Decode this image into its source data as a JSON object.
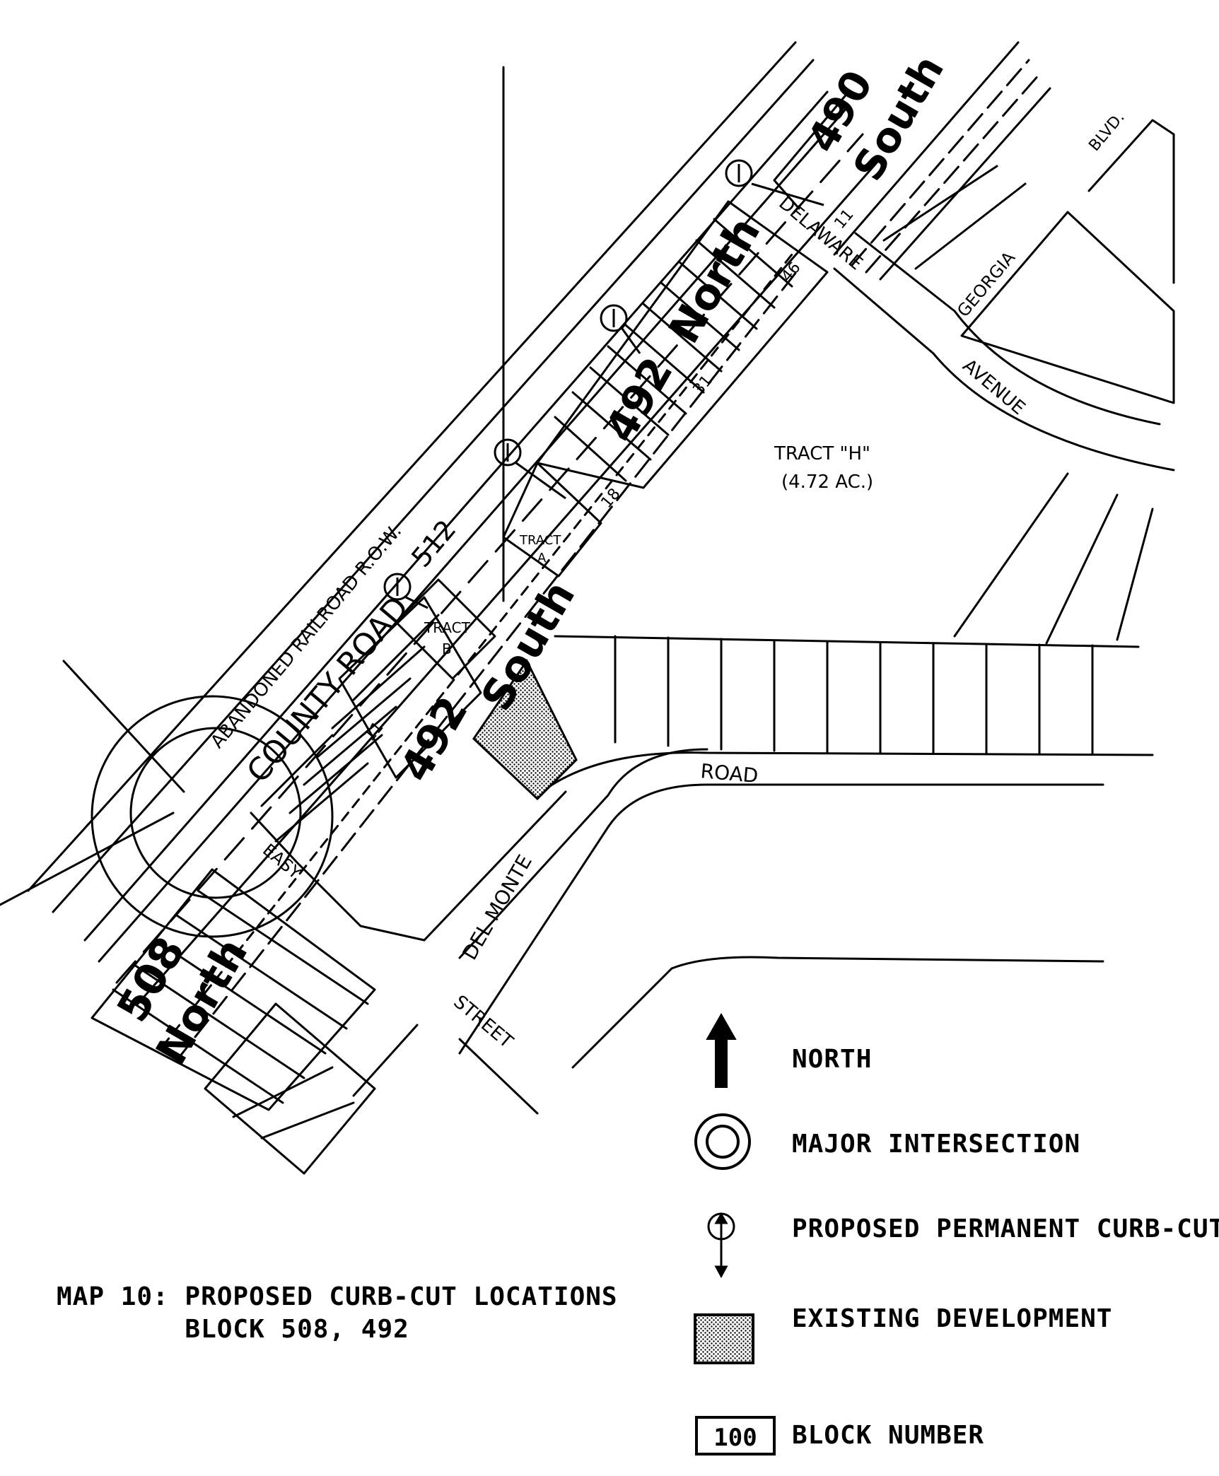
{
  "caption": {
    "line1": "MAP 10: PROPOSED CURB-CUT LOCATIONS",
    "line2": "        BLOCK 508, 492"
  },
  "blocks": {
    "b490": [
      "490",
      "South"
    ],
    "b492n": [
      "492",
      "North"
    ],
    "b492s": [
      "492",
      "South"
    ],
    "b508": [
      "508",
      "North"
    ]
  },
  "streets": {
    "county_road": "COUNTY ROAD",
    "road_number": "512",
    "railroad": "ABANDONED RAILROAD R.O.W.",
    "delaware": "DELAWARE",
    "georgia": "GEORGIA",
    "avenue": "AVENUE",
    "blvd": "BLVD.",
    "road": "ROAD",
    "del_monte": "DEL MONTE",
    "street": "STREET",
    "easy": "EASY"
  },
  "tracts": {
    "tract_h": "TRACT \"H\"",
    "tract_h_area": "(4.72 AC.)",
    "tract_a": [
      "TRACT",
      "A"
    ],
    "tract_b": [
      "TRACT",
      "B"
    ]
  },
  "lot_numbers": {
    "l46": "46",
    "l11": "11",
    "l31": "31",
    "l18": "18",
    "l11b": "11"
  },
  "legend": {
    "north": "NORTH",
    "major_intersection": "MAJOR INTERSECTION",
    "curb_cut": "PROPOSED PERMANENT CURB-CUT",
    "existing_development": "EXISTING DEVELOPMENT",
    "block_number_sample": "100",
    "block_number": "BLOCK NUMBER"
  }
}
